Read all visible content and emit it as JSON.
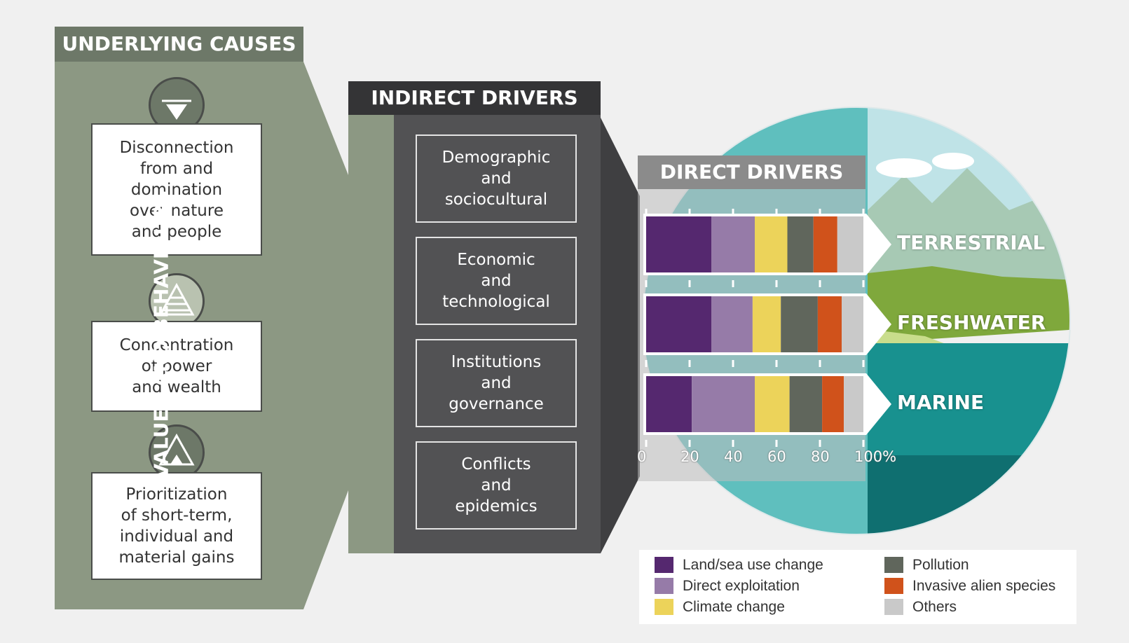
{
  "underlying": {
    "title": "UNDERLYING CAUSES",
    "items": [
      {
        "label": "Disconnection\nfrom and\ndomination\nover nature\nand people",
        "icon": "inverted-triangle-icon"
      },
      {
        "label": "Concentration\nof power\nand wealth",
        "icon": "layered-pyramid-icon"
      },
      {
        "label": "Prioritization\nof short-term,\nindividual and\nmaterial gains",
        "icon": "triangle-icon"
      }
    ]
  },
  "indirect": {
    "title": "INDIRECT DRIVERS",
    "values_label": "VALUES AND BEHAVIOURS",
    "items": [
      {
        "label": "Demographic\nand\nsociocultural"
      },
      {
        "label": "Economic\nand\ntechnological"
      },
      {
        "label": "Institutions\nand\ngovernance"
      },
      {
        "label": "Conflicts\nand\nepidemics"
      }
    ]
  },
  "direct": {
    "title": "DIRECT DRIVERS",
    "ticks": [
      "0",
      "20",
      "40",
      "60",
      "80",
      "100%"
    ]
  },
  "colors": {
    "cause_panel": "#8c9883",
    "cause_header": "#6d7868",
    "indirect_panel": "#525254",
    "indirect_header": "#343436",
    "values_strip": "#8c9883",
    "direct_header": "#8b8b8b",
    "land_sea": "#55286f",
    "exploitation": "#967ba8",
    "climate": "#ecd35a",
    "pollution": "#60665c",
    "invasive": "#d0521b",
    "others": "#c9c9c9"
  },
  "chart_data": {
    "type": "bar",
    "stacked": true,
    "orientation": "horizontal",
    "categories": [
      "TERRESTRIAL",
      "FRESHWATER",
      "MARINE"
    ],
    "series": [
      {
        "name": "Land/sea use change",
        "values": [
          30,
          30,
          21
        ]
      },
      {
        "name": "Direct exploitation",
        "values": [
          20,
          19,
          29
        ]
      },
      {
        "name": "Climate change",
        "values": [
          15,
          13,
          16
        ]
      },
      {
        "name": "Pollution",
        "values": [
          12,
          17,
          15
        ]
      },
      {
        "name": "Invasive alien species",
        "values": [
          11,
          11,
          10
        ]
      },
      {
        "name": "Others",
        "values": [
          12,
          10,
          9
        ]
      }
    ],
    "xlim": [
      0,
      100
    ],
    "title": "DIRECT DRIVERS",
    "ticks": [
      "0",
      "20",
      "40",
      "60",
      "80",
      "100%"
    ]
  },
  "legend": {
    "items": [
      {
        "label": "Land/sea use change",
        "color": "#55286f"
      },
      {
        "label": "Direct exploitation",
        "color": "#967ba8"
      },
      {
        "label": "Climate change",
        "color": "#ecd35a"
      },
      {
        "label": "Pollution",
        "color": "#60665c"
      },
      {
        "label": "Invasive alien species",
        "color": "#d0521b"
      },
      {
        "label": "Others",
        "color": "#c9c9c9"
      }
    ]
  }
}
